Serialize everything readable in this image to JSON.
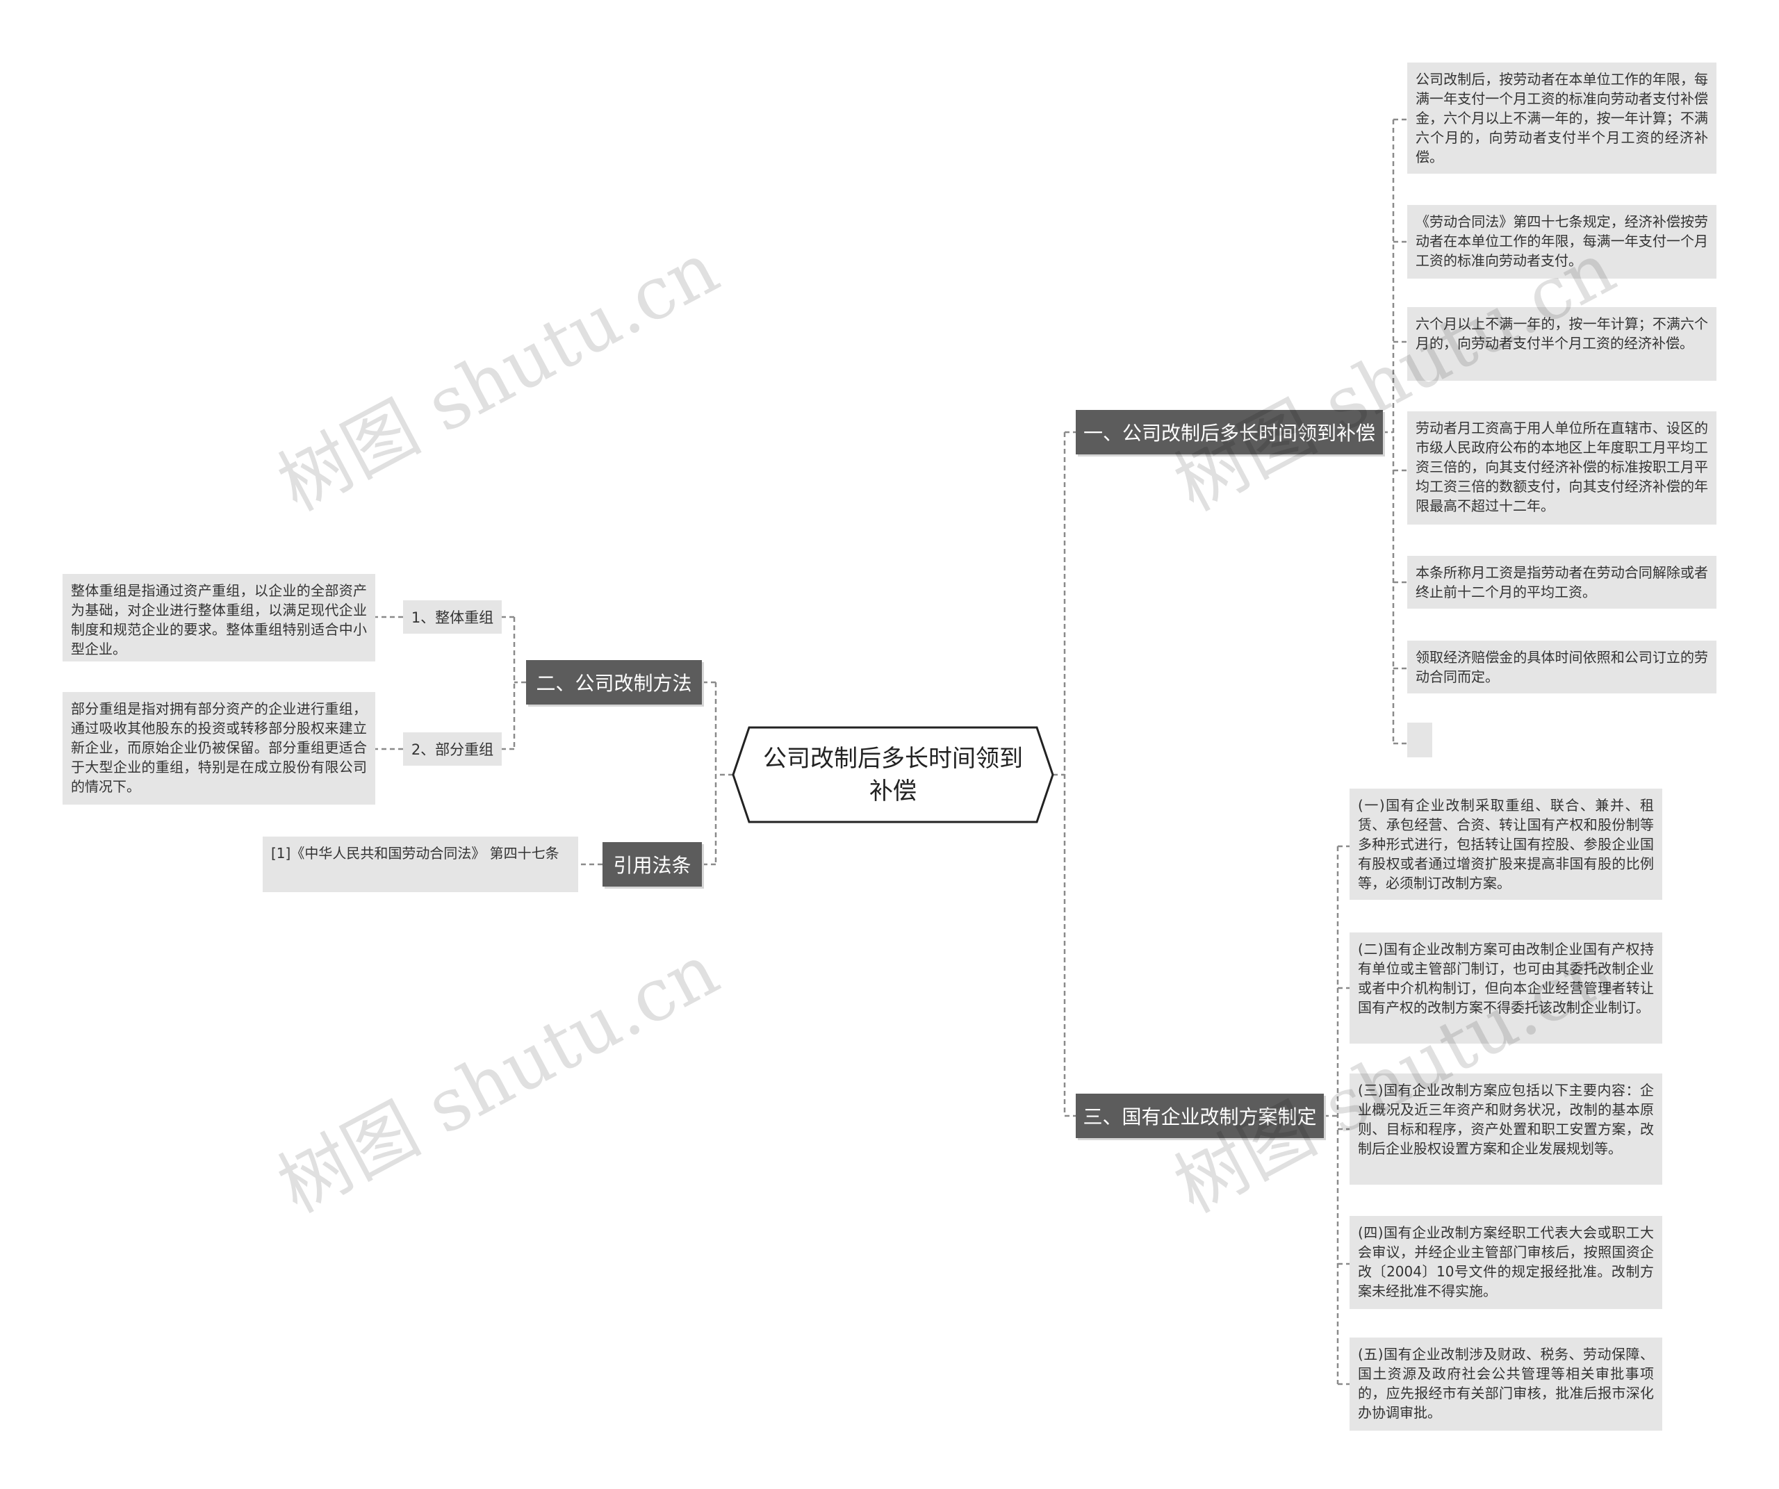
{
  "root": {
    "title": "公司改制后多长时间领到补偿"
  },
  "branches": {
    "b1": "一、公司改制后多长时间领到补偿",
    "b2": "二、公司改制方法",
    "b3": "三、国有企业改制方案制定",
    "b4": "引用法条"
  },
  "b1_leaves": [
    "公司改制后，按劳动者在本单位工作的年限，每满一年支付一个月工资的标准向劳动者支付补偿金，六个月以上不满一年的，按一年计算；不满六个月的，向劳动者支付半个月工资的经济补偿。",
    "《劳动合同法》第四十七条规定，经济补偿按劳动者在本单位工作的年限，每满一年支付一个月工资的标准向劳动者支付。",
    "六个月以上不满一年的，按一年计算；不满六个月的，向劳动者支付半个月工资的经济补偿。",
    "劳动者月工资高于用人单位所在直辖市、设区的市级人民政府公布的本地区上年度职工月平均工资三倍的，向其支付经济补偿的标准按职工月平均工资三倍的数额支付，向其支付经济补偿的年限最高不超过十二年。",
    "本条所称月工资是指劳动者在劳动合同解除或者终止前十二个月的平均工资。",
    "领取经济赔偿金的具体时间依照和公司订立的劳动合同而定。",
    ""
  ],
  "b2_subs": [
    {
      "label": "1、整体重组",
      "detail": "整体重组是指通过资产重组，以企业的全部资产为基础，对企业进行整体重组，以满足现代企业制度和规范企业的要求。整体重组特别适合中小型企业。"
    },
    {
      "label": "2、部分重组",
      "detail": "部分重组是指对拥有部分资产的企业进行重组，通过吸收其他股东的投资或转移部分股权来建立新企业，而原始企业仍被保留。部分重组更适合于大型企业的重组，特别是在成立股份有限公司的情况下。"
    }
  ],
  "b3_leaves": [
    "(一)国有企业改制采取重组、联合、兼并、租赁、承包经营、合资、转让国有产权和股份制等多种形式进行，包括转让国有控股、参股企业国有股权或者通过增资扩股来提高非国有股的比例等，必须制订改制方案。",
    "(二)国有企业改制方案可由改制企业国有产权持有单位或主管部门制订，也可由其委托改制企业或者中介机构制订，但向本企业经营管理者转让国有产权的改制方案不得委托该改制企业制订。",
    "(三)国有企业改制方案应包括以下主要内容：企业概况及近三年资产和财务状况，改制的基本原则、目标和程序，资产处置和职工安置方案，改制后企业股权设置方案和企业发展规划等。",
    "(四)国有企业改制方案经职工代表大会或职工大会审议，并经企业主管部门审核后，按照国资企改〔2004〕10号文件的规定报经批准。改制方案未经批准不得实施。",
    "(五)国有企业改制涉及财政、税务、劳动保障、国土资源及政府社会公共管理等相关审批事项的，应先报经市有关部门审核，批准后报市深化办协调审批。"
  ],
  "b4_leaves": [
    "[1]《中华人民共和国劳动合同法》 第四十七条"
  ],
  "watermark": "树图 shutu.cn",
  "colors": {
    "branch_fill": "#5c5c5c",
    "branch_text": "#ffffff",
    "leaf_fill": "#e5e5e5",
    "leaf_text": "#333333",
    "connector": "#8a8a8a",
    "root_border": "#222222"
  }
}
